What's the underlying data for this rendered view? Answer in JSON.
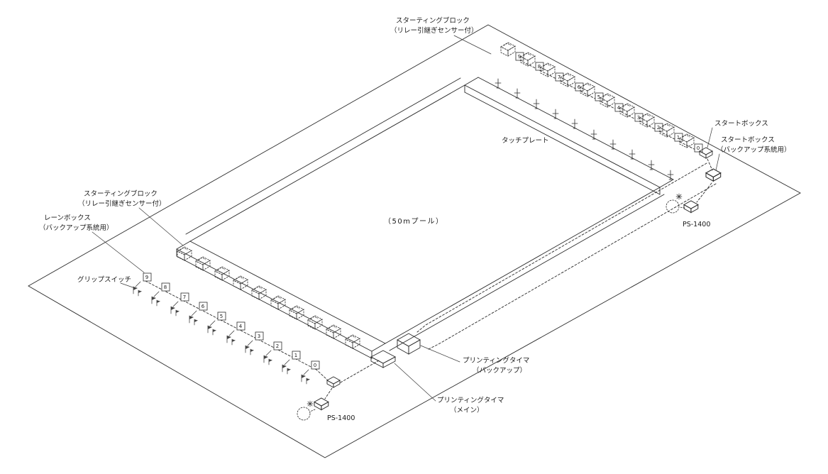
{
  "diagram": {
    "labels": {
      "starting_block_top": {
        "line1": "スターティングブロック",
        "line2": "（リレー引継ぎセンサー付）"
      },
      "starting_block_left": {
        "line1": "スターティングブロック",
        "line2": "（リレー引継ぎセンサー付）"
      },
      "touch_plate": "タッチプレート",
      "start_box": "スタートボックス",
      "start_box_backup": {
        "line1": "スタートボックス",
        "line2": "（バックアップ系統用）"
      },
      "lane_box": {
        "line1": "レーンボックス",
        "line2": "（バックアップ系統用）"
      },
      "grip_switch": "グリップスイッチ",
      "pool": "（50mプール）",
      "printing_timer_backup": {
        "line1": "プリンティングタイマ",
        "line2": "（バックアップ）"
      },
      "printing_timer_main": {
        "line1": "プリンティングタイマ",
        "line2": "（メイン）"
      },
      "ps1400_right": "PS-1400",
      "ps1400_left": "PS-1400"
    },
    "top_lane_numbers": [
      "9",
      "8",
      "7",
      "6",
      "5",
      "4",
      "3",
      "2",
      "1",
      "0"
    ],
    "left_lane_numbers": [
      "9",
      "8",
      "7",
      "6",
      "5",
      "4",
      "3",
      "2",
      "1",
      "0"
    ]
  }
}
